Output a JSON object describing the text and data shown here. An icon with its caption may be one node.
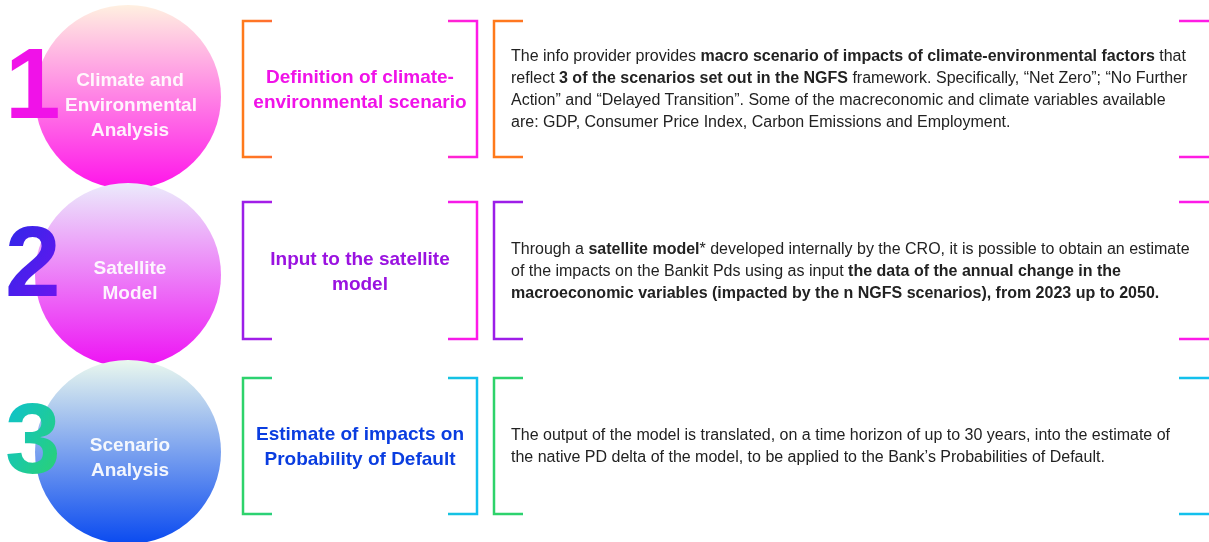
{
  "diagram": {
    "nodes": [
      {
        "text": [
          "1",
          "Climate and Environmental Analysis"
        ]
      },
      {
        "text": [
          "Definition of climate-environmental scenario"
        ]
      },
      {
        "text": [
          "The info provider provides **macro scenario of impacts of climate-environmental factors** that reflect **3 of the scenarios set out in the NGFS** framework. Specifically, “Net Zero”; “No Further Action” and “Delayed Transition”. Some of the macreconomic and climate variables available are: GDP, Consumer Price Index, Carbon Emissions and Employment."
        ]
      },
      {
        "text": [
          "2",
          "Satellite Model"
        ]
      },
      {
        "text": [
          "Input to the satellite model"
        ]
      },
      {
        "text": [
          "Through a **satellite model*** developed internally by the CRO, it is possible to obtain an estimate of the impacts on the Bankit Pds using as input **the data of the annual change in the macroeconomic variables (impacted by the n NGFS scenarios), from 2023 up to 2050.**"
        ]
      },
      {
        "text": [
          "3",
          "Scenario Analysis"
        ]
      },
      {
        "text": [
          "Estimate of impacts on Probability of Default"
        ]
      },
      {
        "text": [
          "The output of the model is translated, on a time horizon of up to 30 years, into the estimate of the native PD delta of the model, to be applied to the Bank’s Probabilities of Default."
        ]
      }
    ]
  }
}
